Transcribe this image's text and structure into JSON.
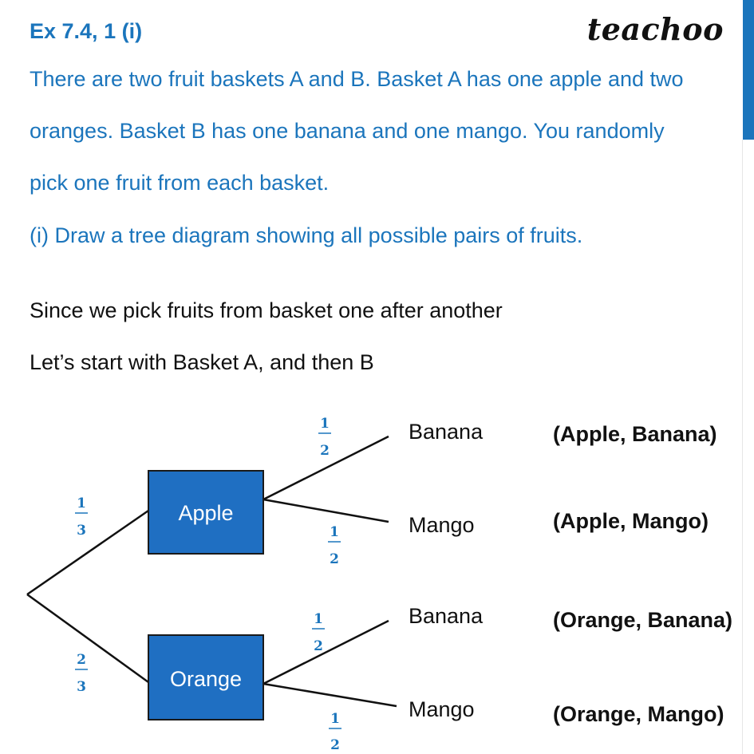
{
  "header": {
    "title": "Ex 7.4, 1 (i)",
    "logo": "teachoo"
  },
  "question": {
    "lines": [
      "There are two fruit baskets A and B. Basket A has one apple and two",
      "oranges. Basket B has one banana and one mango. You randomly",
      "pick one fruit from each basket.",
      "(i) Draw a tree diagram showing all possible pairs of fruits."
    ]
  },
  "body": {
    "lines": [
      "Since we pick fruits from basket one after another",
      "Let’s start with Basket A, and then B"
    ]
  },
  "tree": {
    "first": [
      {
        "label": "Apple",
        "prob_num": "1",
        "prob_den": "3"
      },
      {
        "label": "Orange",
        "prob_num": "2",
        "prob_den": "3"
      }
    ],
    "leaves": [
      {
        "label": "Banana",
        "prob_num": "1",
        "prob_den": "2",
        "pair": "(Apple, Banana)"
      },
      {
        "label": "Mango",
        "prob_num": "1",
        "prob_den": "2",
        "pair": "(Apple, Mango)"
      },
      {
        "label": "Banana",
        "prob_num": "1",
        "prob_den": "2",
        "pair": "(Orange, Banana)"
      },
      {
        "label": "Mango",
        "prob_num": "1",
        "prob_den": "2",
        "pair": "(Orange, Mango)"
      }
    ]
  },
  "colors": {
    "accent": "#1b75bc",
    "box_fill": "#1f6fc2",
    "box_border": "#1a1a1a"
  }
}
